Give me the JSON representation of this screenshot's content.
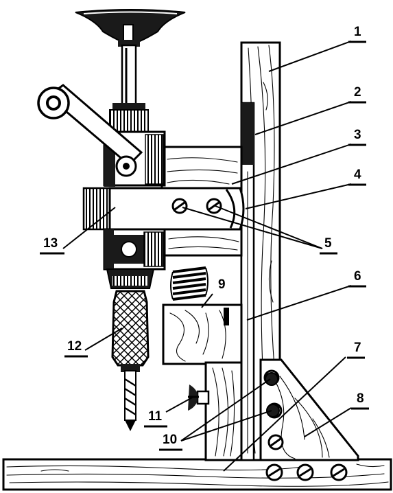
{
  "labels": {
    "l1": "1",
    "l2": "2",
    "l3": "3",
    "l4": "4",
    "l5": "5",
    "l6": "6",
    "l7": "7",
    "l8": "8",
    "l9": "9",
    "l10": "10",
    "l11": "11",
    "l12": "12",
    "l13": "13"
  },
  "colors": {
    "ink": "#000000",
    "paper": "#ffffff",
    "shade": "#1a1a1a"
  }
}
